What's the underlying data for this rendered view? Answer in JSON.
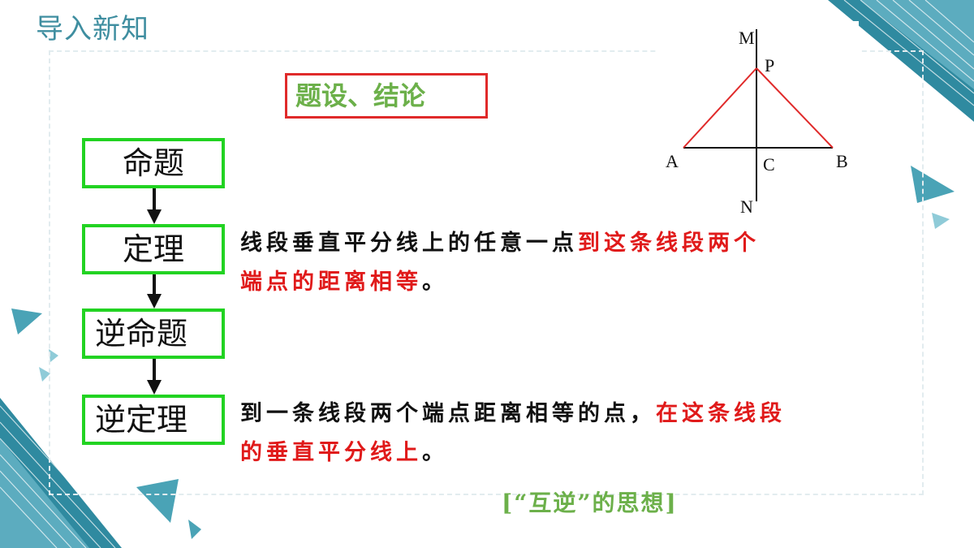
{
  "page_title": "导入新知",
  "header_box": "题设、结论",
  "flow": [
    "命题",
    "定理",
    "逆命题",
    "逆定理"
  ],
  "theorem": {
    "line1_black": "线段垂直平分线上的任意一点",
    "line1_red": "到这条线段两个",
    "line2_red": "端点的距离相等",
    "line2_black": "。"
  },
  "converse": {
    "line1_black": "到一条线段两个端点距离相等的点，",
    "line1_red": "在这条线段",
    "line2_red": "的垂直平分线上",
    "line2_black": "。"
  },
  "tag": "[“互逆”的思想]",
  "diagram_labels": {
    "M": "M",
    "P": "P",
    "A": "A",
    "C": "C",
    "B": "B",
    "N": "N"
  },
  "colors": {
    "accent": "#3f8ea0",
    "green_box": "#22d322",
    "red": "#e01a1a",
    "green_text": "#6cb04a"
  }
}
